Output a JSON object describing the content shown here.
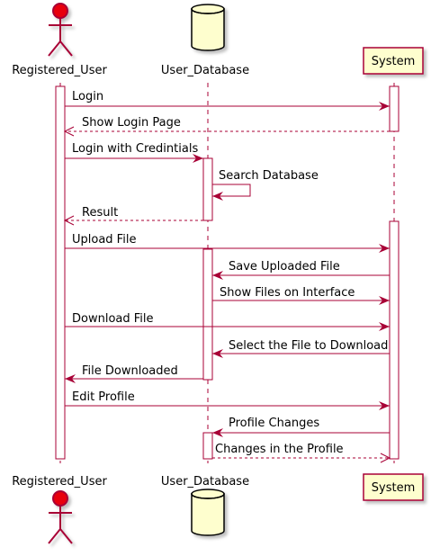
{
  "colors": {
    "arrow": "#A80036",
    "lifeline": "#A80036",
    "box_fill": "#FEFECE",
    "actor_fill": "#E8000D",
    "activation_fill": "#FFFFFF"
  },
  "participants": [
    {
      "id": "user",
      "name": "Registered_User",
      "kind": "actor"
    },
    {
      "id": "db",
      "name": "User_Database",
      "kind": "database"
    },
    {
      "id": "sys",
      "name": "System",
      "kind": "participant"
    }
  ],
  "messages": [
    {
      "from": "user",
      "to": "sys",
      "label": "Login",
      "style": "solid"
    },
    {
      "from": "sys",
      "to": "user",
      "label": "Show Login Page",
      "style": "dashed"
    },
    {
      "from": "user",
      "to": "db",
      "label": "Login with Credintials",
      "style": "solid"
    },
    {
      "from": "db",
      "to": "db",
      "label": "Search Database",
      "style": "solid"
    },
    {
      "from": "db",
      "to": "user",
      "label": "Result",
      "style": "dashed"
    },
    {
      "from": "user",
      "to": "sys",
      "label": "Upload File",
      "style": "solid"
    },
    {
      "from": "sys",
      "to": "db",
      "label": "Save Uploaded File",
      "style": "solid"
    },
    {
      "from": "db",
      "to": "sys",
      "label": "Show Files on Interface",
      "style": "solid"
    },
    {
      "from": "user",
      "to": "sys",
      "label": "Download File",
      "style": "solid"
    },
    {
      "from": "sys",
      "to": "db",
      "label": "Select the File to Download",
      "style": "solid"
    },
    {
      "from": "db",
      "to": "user",
      "label": "File Downloaded",
      "style": "solid"
    },
    {
      "from": "user",
      "to": "sys",
      "label": "Edit Profile",
      "style": "solid"
    },
    {
      "from": "sys",
      "to": "db",
      "label": "Profile Changes",
      "style": "solid"
    },
    {
      "from": "db",
      "to": "sys",
      "label": "Changes in the Profile",
      "style": "dashed"
    }
  ]
}
